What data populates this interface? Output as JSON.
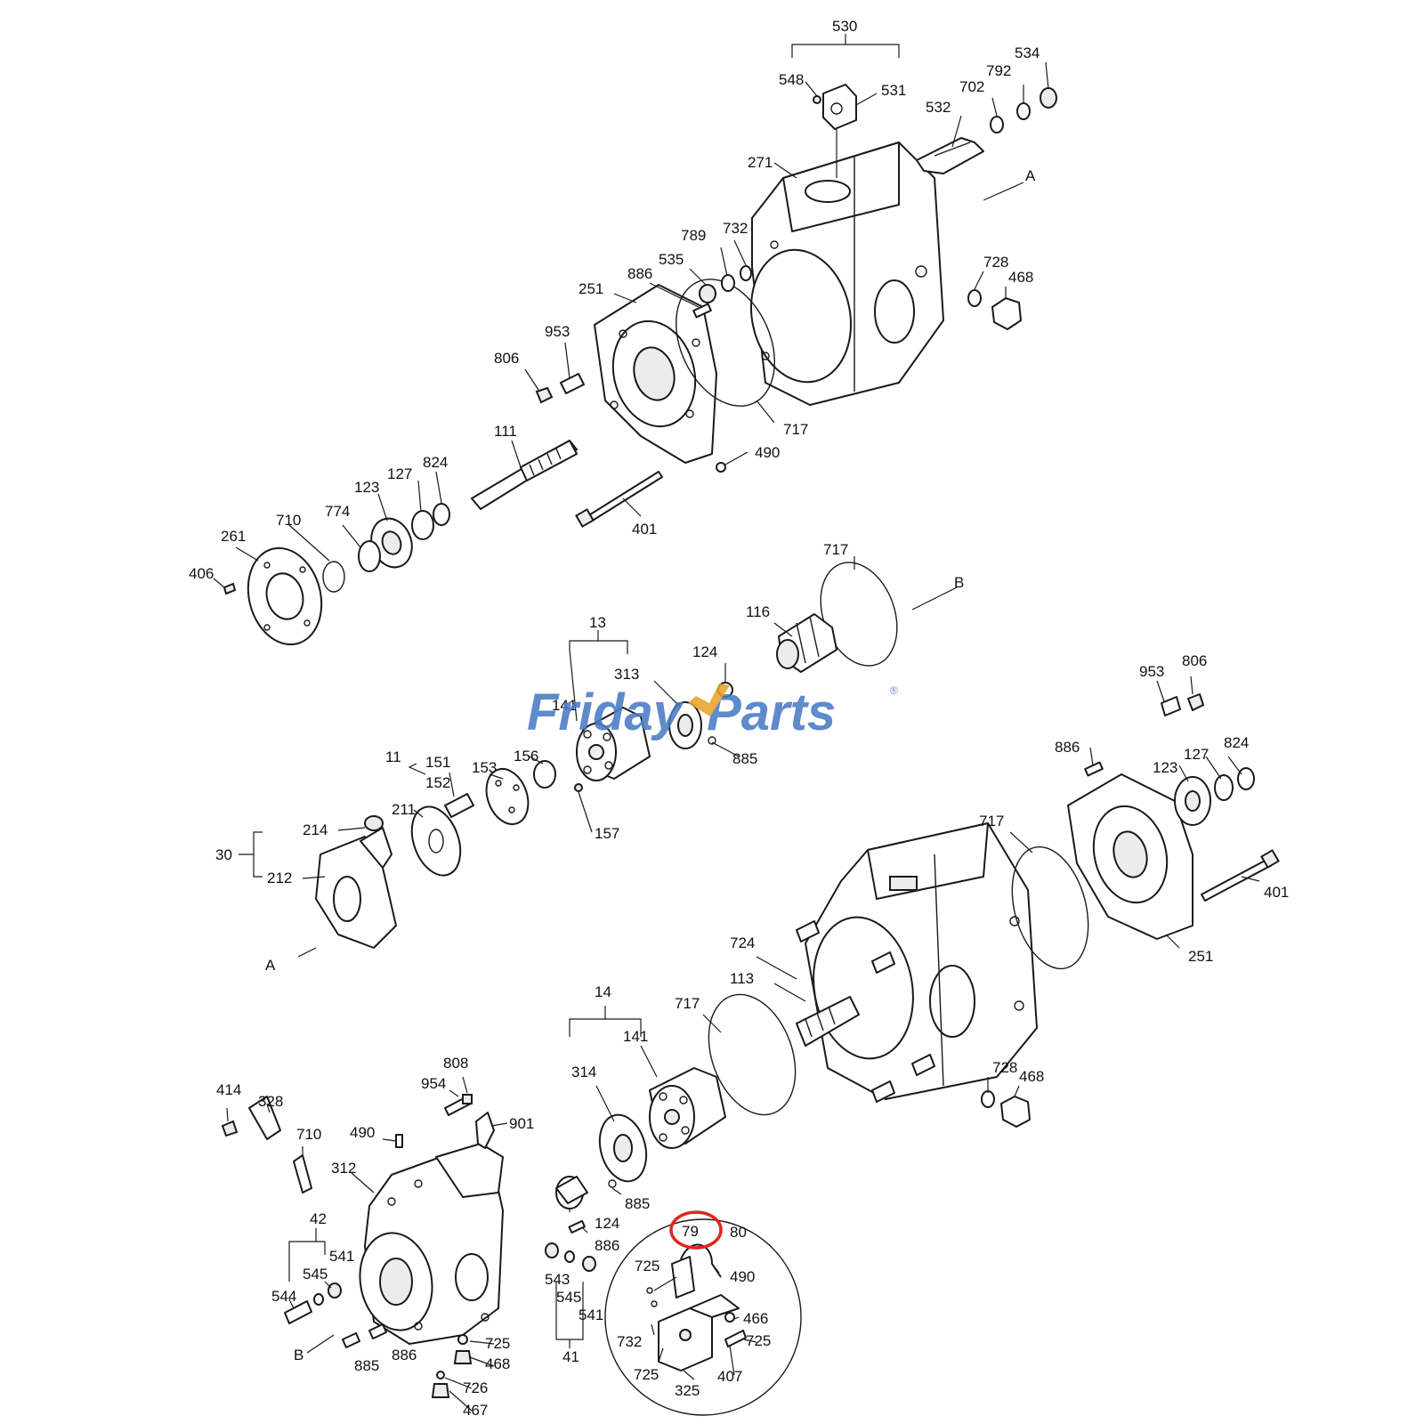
{
  "watermark": {
    "text_a": "Friday",
    "text_b": "Parts",
    "registered": "®",
    "color": "#4a7bc4",
    "accent_color": "#e8a32a"
  },
  "highlight": {
    "label": "79",
    "color": "#e0261b"
  },
  "labels": {
    "l530": "530",
    "l548": "548",
    "l531": "531",
    "l534": "534",
    "l792": "792",
    "l702": "702",
    "l532a": "532",
    "l271": "271",
    "lA1": "A",
    "l789": "789",
    "l732": "732",
    "l535": "535",
    "l886a": "886",
    "l251a": "251",
    "l728a": "728",
    "l468a": "468",
    "l953a": "953",
    "l806a": "806",
    "l717a": "717",
    "l490a": "490",
    "l111": "111",
    "l824a": "824",
    "l127a": "127",
    "l123a": "123",
    "l710a": "710",
    "l774": "774",
    "l261": "261",
    "l406": "406",
    "l401a": "401",
    "l717b": "717",
    "lB1": "B",
    "l116": "116",
    "l13": "13",
    "l313": "313",
    "l124a": "124",
    "l141a": "141",
    "l885a": "885",
    "l11": "11",
    "l151": "151",
    "l152": "152",
    "l153": "153",
    "l156": "156",
    "l157": "157",
    "l211": "211",
    "l214": "214",
    "l30": "30",
    "l212": "212",
    "lA2": "A",
    "l953b": "953",
    "l806b": "806",
    "l886b": "886",
    "l824b": "824",
    "l127b": "127",
    "l123b": "123",
    "l717c": "717",
    "l401b": "401",
    "l251b": "251",
    "l724": "724",
    "l113": "113",
    "l14": "14",
    "l141b": "141",
    "l717d": "717",
    "l314": "314",
    "l728b": "728",
    "l468b": "468",
    "l414": "414",
    "l328": "328",
    "l710b": "710",
    "l490b": "490",
    "l808": "808",
    "l954": "954",
    "l901": "901",
    "l312": "312",
    "l885b": "885",
    "l124b": "124",
    "l886c": "886",
    "l42": "42",
    "l541a": "541",
    "l545a": "545",
    "l544": "544",
    "l543": "543",
    "l545b": "545",
    "l541b": "541",
    "l41": "41",
    "lB2": "B",
    "l885c": "885",
    "l886d": "886",
    "l725a": "725",
    "l468c": "468",
    "l726": "726",
    "l467": "467",
    "l80": "80",
    "l725b": "725",
    "l490c": "490",
    "l466": "466",
    "l725c": "725",
    "l732b": "732",
    "l725d": "725",
    "l325": "325",
    "l407": "407"
  }
}
